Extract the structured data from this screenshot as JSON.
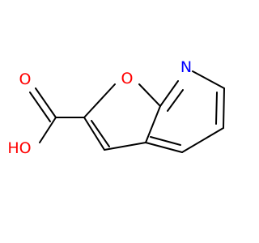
{
  "molecule": {
    "atoms": {
      "oxygen_carbonyl": {
        "label": "O",
        "color": "#ff0000"
      },
      "oxygen_hydroxyl": {
        "label": "HO",
        "color": "#ff0000"
      },
      "oxygen_ring": {
        "label": "O",
        "color": "#ff0000"
      },
      "nitrogen_ring": {
        "label": "N",
        "color": "#0000ff"
      }
    },
    "bond_color": "#000000"
  }
}
